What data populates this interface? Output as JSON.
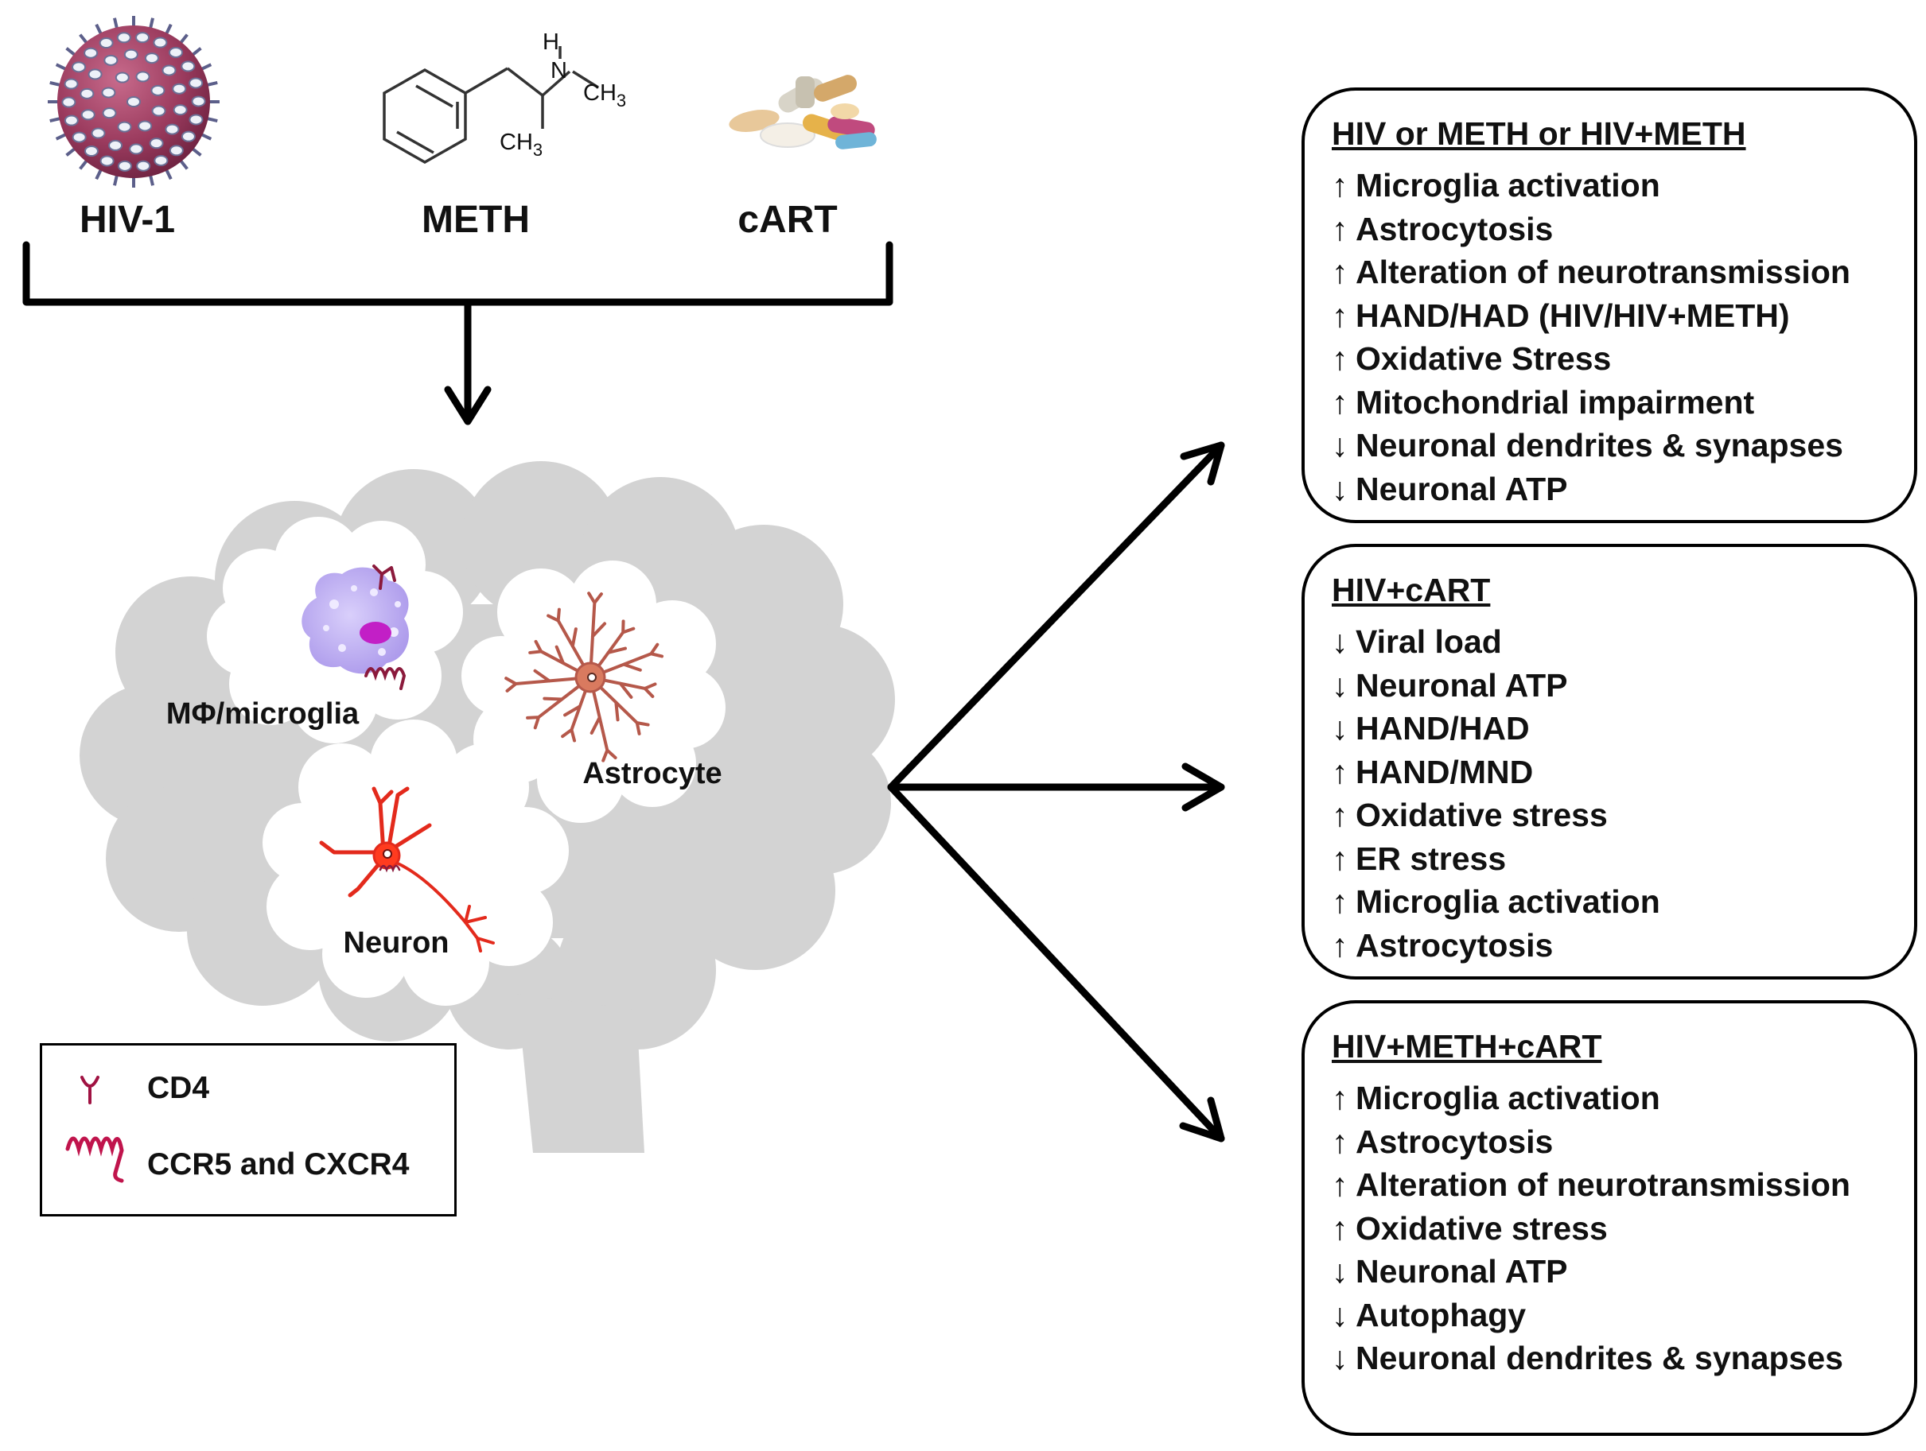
{
  "agents": {
    "hiv": "HIV-1",
    "meth": "METH",
    "cart": "cART"
  },
  "structure": {
    "nh_label": "H",
    "n_label": "N",
    "ch3_top": "CH3",
    "ch3_bottom": "CH3"
  },
  "cells": {
    "microglia": "MΦ/microglia",
    "astrocyte": "Astrocyte",
    "neuron": "Neuron"
  },
  "legend": {
    "cd4": "CD4",
    "ccr": "CCR5 and CXCR4"
  },
  "colors": {
    "brain": "#d3d3d3",
    "virus": "#9b3b5e",
    "microglia": "#b9a9ee",
    "astrocyte": "#b5584a",
    "neuron": "#e32a1c",
    "receptor": "#c0144c"
  },
  "boxes": [
    {
      "title": "HIV or METH or HIV+METH",
      "items": [
        {
          "dir": "↑",
          "text": "Microglia activation"
        },
        {
          "dir": "↑",
          "text": "Astrocytosis"
        },
        {
          "dir": "↑",
          "text": "Alteration of neurotransmission"
        },
        {
          "dir": "↑",
          "text": "HAND/HAD (HIV/HIV+METH)"
        },
        {
          "dir": "↑",
          "text": "Oxidative Stress"
        },
        {
          "dir": "↑",
          "text": "Mitochondrial impairment"
        },
        {
          "dir": "↓",
          "text": "Neuronal dendrites & synapses"
        },
        {
          "dir": "↓",
          "text": "Neuronal ATP"
        }
      ]
    },
    {
      "title": "HIV+cART",
      "items": [
        {
          "dir": "↓",
          "text": "Viral load"
        },
        {
          "dir": "↓",
          "text": "Neuronal ATP"
        },
        {
          "dir": "↓",
          "text": "HAND/HAD"
        },
        {
          "dir": "↑",
          "text": "HAND/MND"
        },
        {
          "dir": "↑",
          "text": "Oxidative stress"
        },
        {
          "dir": "↑",
          "text": "ER stress"
        },
        {
          "dir": "↑",
          "text": "Microglia activation"
        },
        {
          "dir": "↑",
          "text": "Astrocytosis"
        }
      ]
    },
    {
      "title": "HIV+METH+cART",
      "items": [
        {
          "dir": "↑",
          "text": "Microglia activation"
        },
        {
          "dir": "↑",
          "text": "Astrocytosis"
        },
        {
          "dir": "↑",
          "text": "Alteration of neurotransmission"
        },
        {
          "dir": "↑",
          "text": "Oxidative stress"
        },
        {
          "dir": "↓",
          "text": "Neuronal ATP"
        },
        {
          "dir": "↓",
          "text": "Autophagy"
        },
        {
          "dir": "↓",
          "text": "Neuronal dendrites & synapses"
        }
      ]
    }
  ]
}
